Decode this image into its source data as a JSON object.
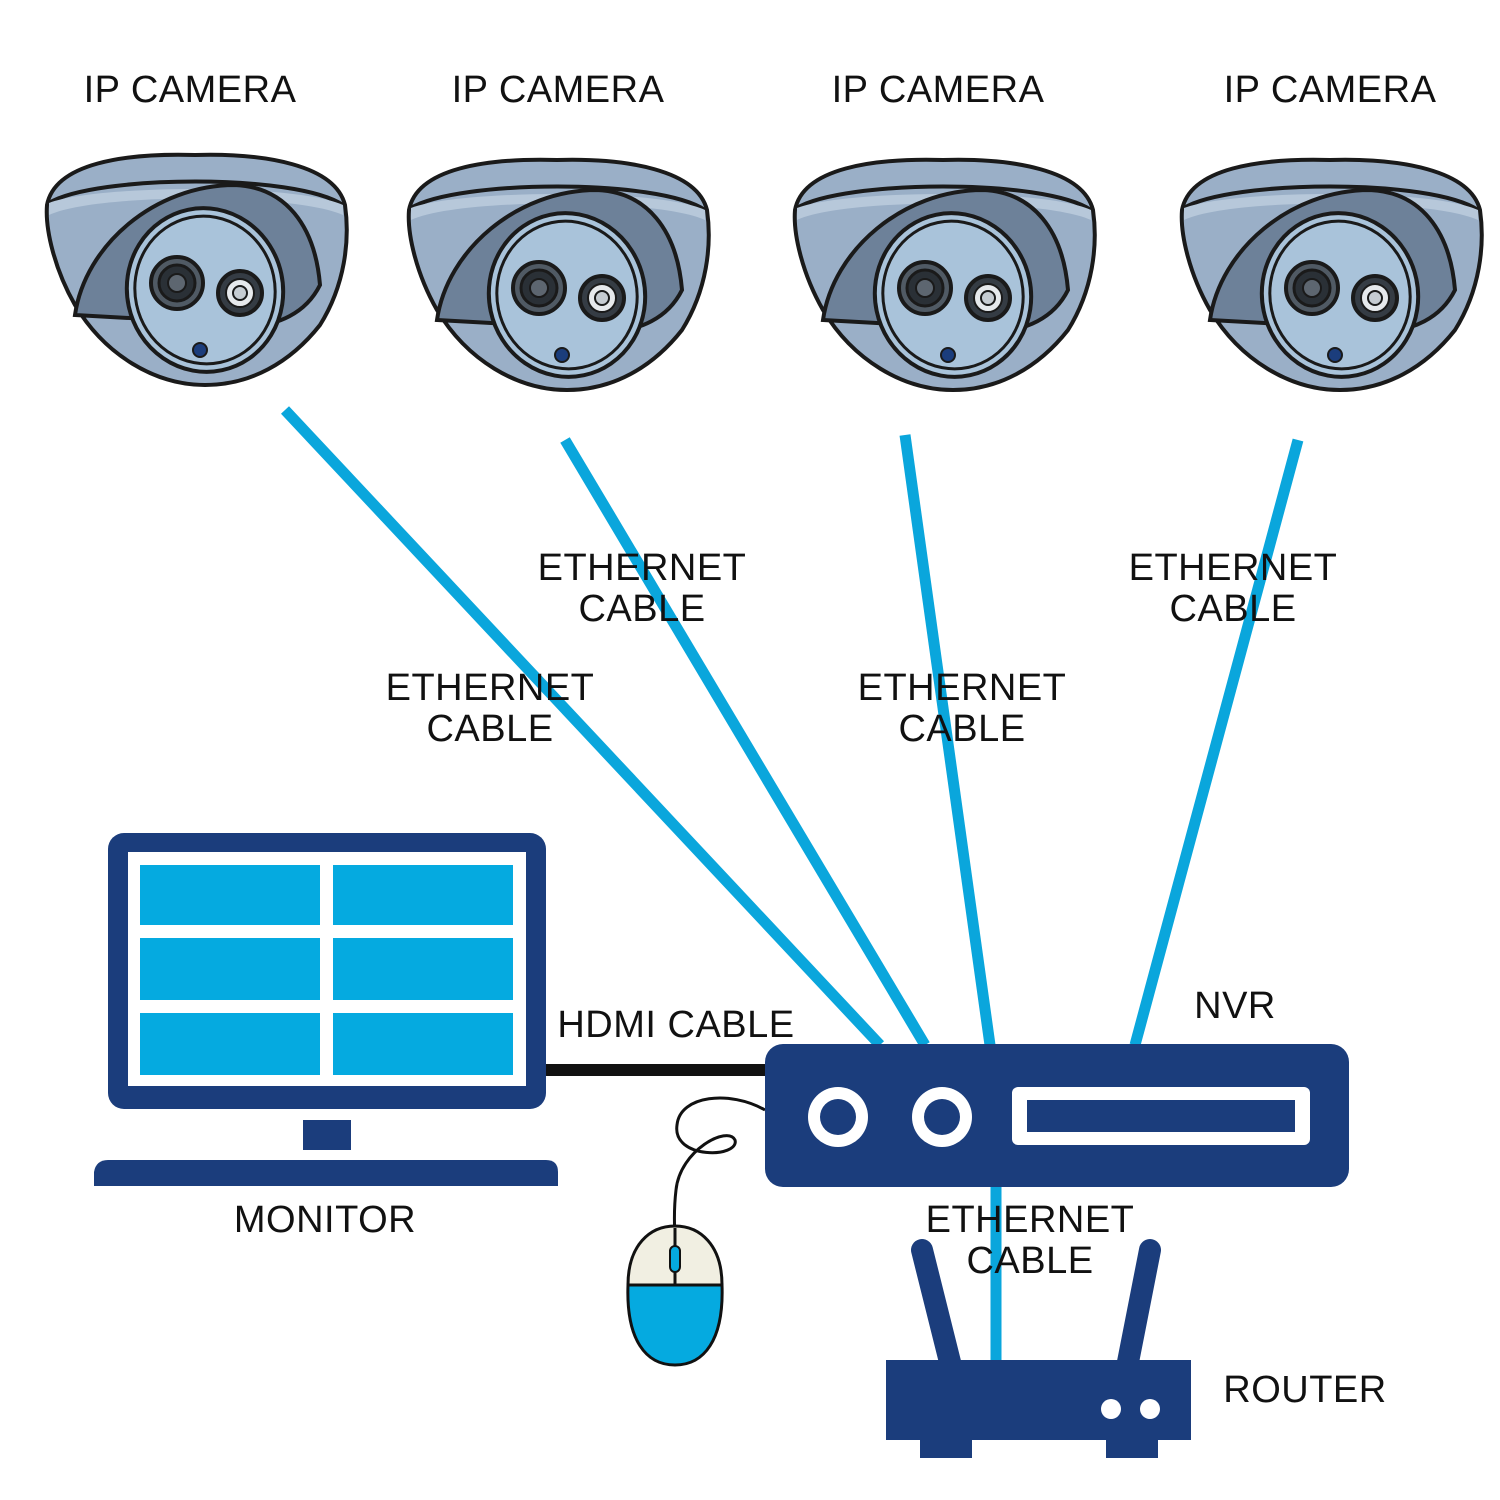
{
  "colors": {
    "cable": "#0aa6dc",
    "navy": "#1b3d7c",
    "screen": "#05aae0",
    "camera_body": "#9aafc7",
    "camera_face": "#a9c3da",
    "hdmi_cable": "#111111",
    "mouse_top": "#f1efe2"
  },
  "cameras": [
    {
      "label": "IP CAMERA",
      "icon": "dome-camera-icon"
    },
    {
      "label": "IP CAMERA",
      "icon": "dome-camera-icon"
    },
    {
      "label": "IP CAMERA",
      "icon": "dome-camera-icon"
    },
    {
      "label": "IP CAMERA",
      "icon": "dome-camera-icon"
    }
  ],
  "cables": {
    "cam1": {
      "line1": "ETHERNET",
      "line2": "CABLE"
    },
    "cam2": {
      "line1": "ETHERNET",
      "line2": "CABLE"
    },
    "cam3": {
      "line1": "ETHERNET",
      "line2": "CABLE"
    },
    "cam4": {
      "line1": "ETHERNET",
      "line2": "CABLE"
    },
    "router": {
      "line1": "ETHERNET",
      "line2": "CABLE"
    },
    "hdmi": "HDMI CABLE"
  },
  "devices": {
    "monitor": {
      "label": "MONITOR",
      "icon": "monitor-icon"
    },
    "nvr": {
      "label": "NVR",
      "icon": "nvr-icon"
    },
    "router": {
      "label": "ROUTER",
      "icon": "router-icon"
    },
    "mouse": {
      "icon": "mouse-icon"
    }
  }
}
